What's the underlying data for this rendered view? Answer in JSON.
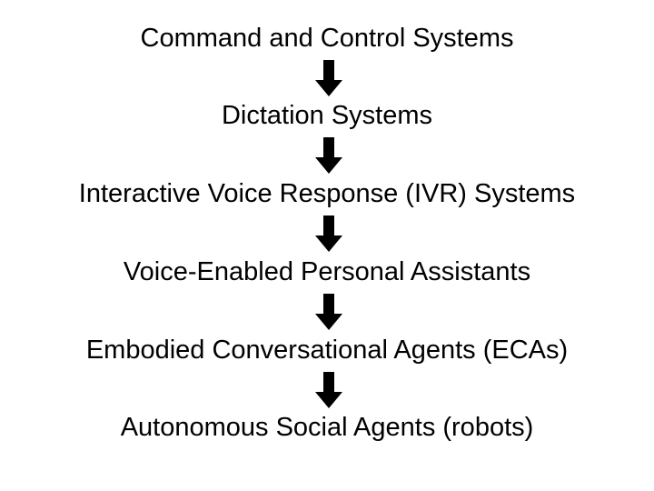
{
  "diagram": {
    "steps": [
      "Command and Control Systems",
      "Dictation Systems",
      "Interactive Voice Response (IVR) Systems",
      "Voice-Enabled Personal Assistants",
      "Embodied Conversational Agents (ECAs)",
      "Autonomous Social Agents (robots)"
    ],
    "arrow_icon": "arrow-down-icon",
    "colors": {
      "text": "#000000",
      "arrow": "#000000",
      "background": "#ffffff"
    }
  }
}
